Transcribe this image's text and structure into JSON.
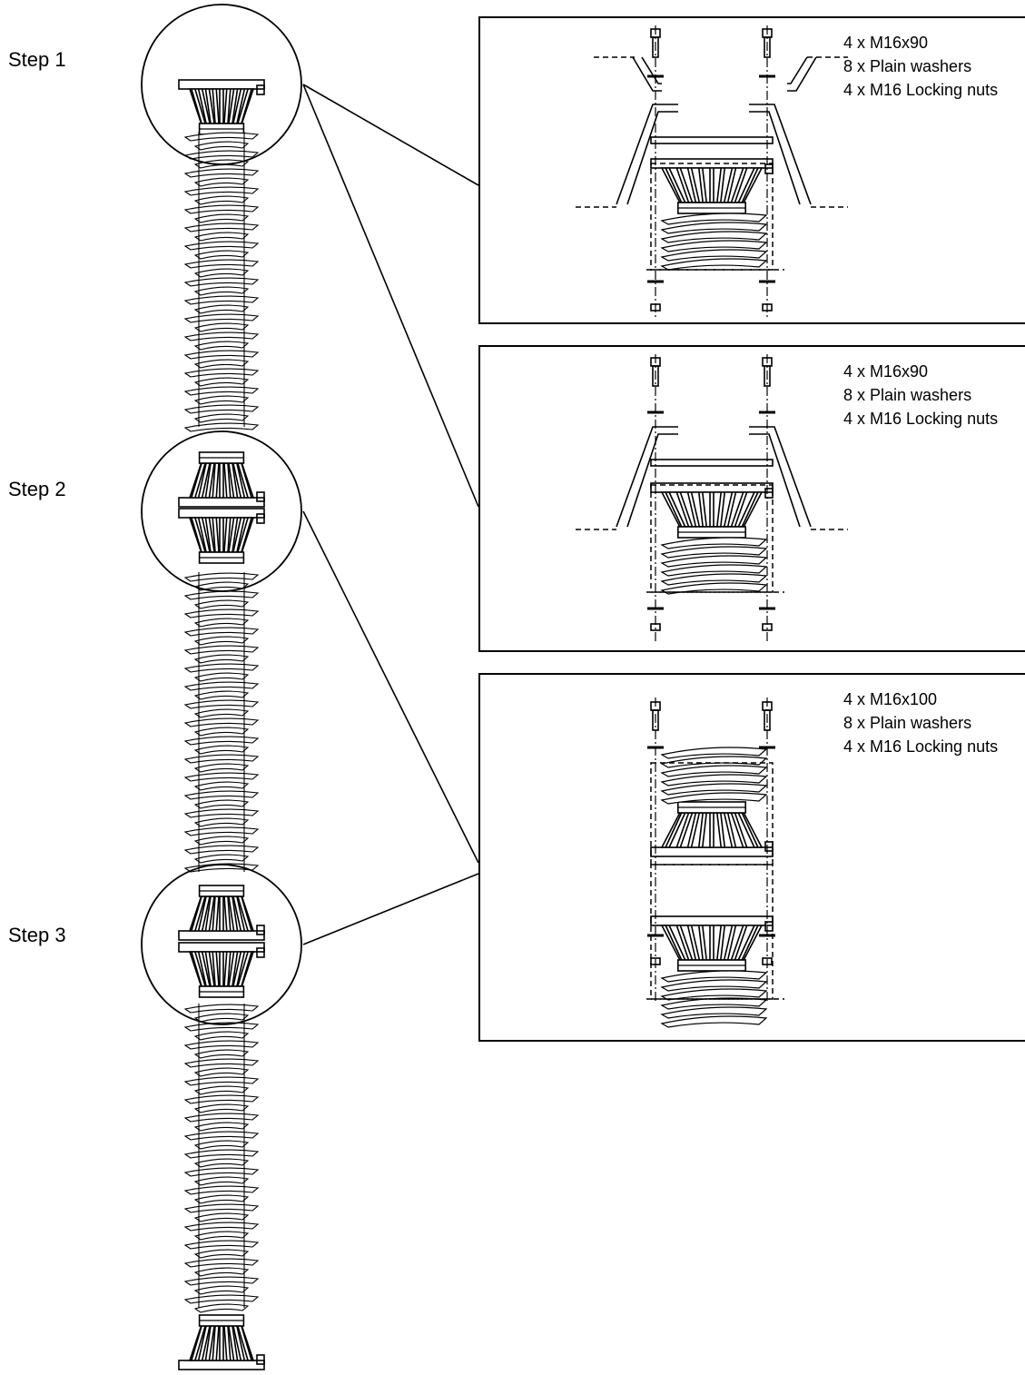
{
  "steps": [
    {
      "label": "Step 1",
      "parts": [
        "4 x M16x90",
        "8 x Plain washers",
        "4 x M16 Locking nuts"
      ]
    },
    {
      "label": "Step 2",
      "parts": [
        "4 x M16x90",
        "8 x Plain washers",
        "4 x M16 Locking nuts"
      ]
    },
    {
      "label": "Step 3",
      "parts": [
        "4 x M16x100",
        "8 x Plain washers",
        "4 x M16 Locking nuts"
      ]
    }
  ]
}
